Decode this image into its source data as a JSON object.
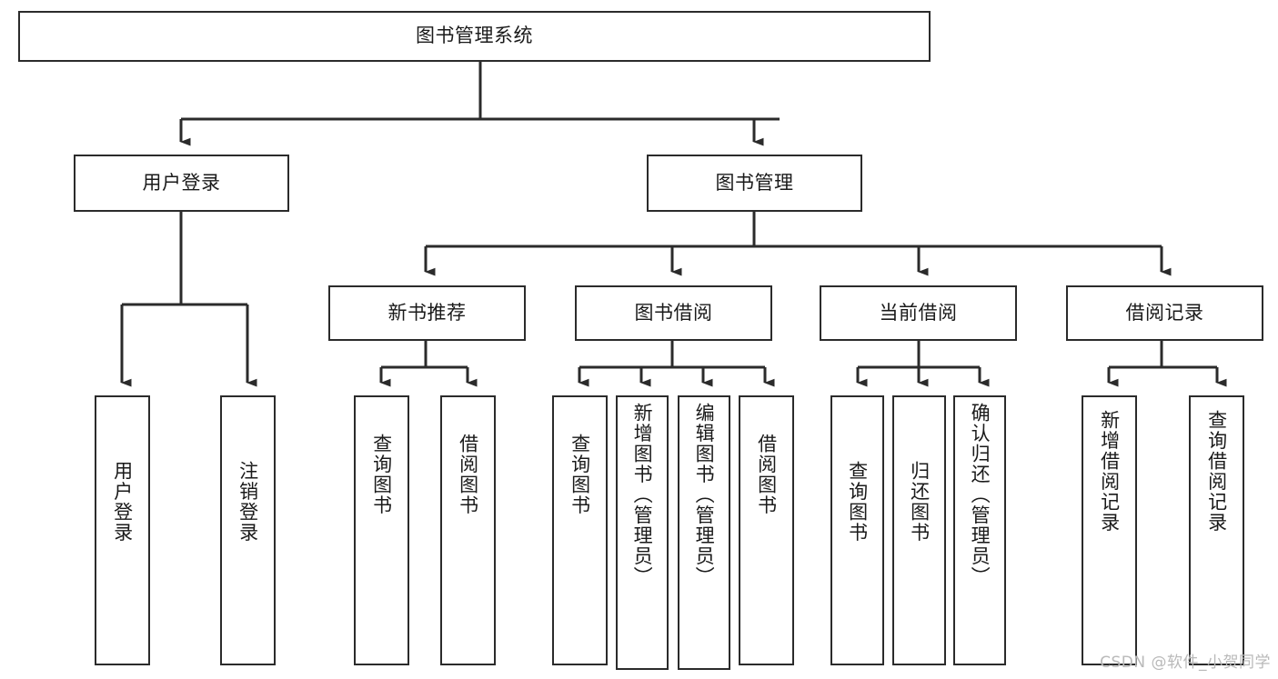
{
  "diagram": {
    "title": "图书管理系统",
    "type": "tree-hierarchy-diagram",
    "root": {
      "id": "root",
      "label": "图书管理系统",
      "orientation": "horizontal"
    },
    "level1": [
      {
        "id": "user-login",
        "label": "用户登录",
        "orientation": "horizontal"
      },
      {
        "id": "book-management",
        "label": "图书管理",
        "orientation": "horizontal"
      }
    ],
    "level2": [
      {
        "id": "new-book-recommend",
        "label": "新书推荐",
        "orientation": "horizontal",
        "parent": "book-management"
      },
      {
        "id": "book-borrow",
        "label": "图书借阅",
        "orientation": "horizontal",
        "parent": "book-management"
      },
      {
        "id": "current-borrow",
        "label": "当前借阅",
        "orientation": "horizontal",
        "parent": "book-management"
      },
      {
        "id": "borrow-record",
        "label": "借阅记录",
        "orientation": "horizontal",
        "parent": "book-management"
      }
    ],
    "leaves": [
      {
        "id": "leaf-user-login",
        "label": "用户登录",
        "parent": "user-login"
      },
      {
        "id": "leaf-logout-login",
        "label": "注销登录",
        "parent": "user-login"
      },
      {
        "id": "leaf-query-book-1",
        "label": "查询图书",
        "parent": "new-book-recommend"
      },
      {
        "id": "leaf-borrow-book-1",
        "label": "借阅图书",
        "parent": "new-book-recommend"
      },
      {
        "id": "leaf-query-book-2",
        "label": "查询图书",
        "parent": "book-borrow"
      },
      {
        "id": "leaf-add-book",
        "label": "新增图书（管理员）",
        "parent": "book-borrow"
      },
      {
        "id": "leaf-edit-book",
        "label": "编辑图书（管理员）",
        "parent": "book-borrow"
      },
      {
        "id": "leaf-borrow-book-2",
        "label": "借阅图书",
        "parent": "book-borrow"
      },
      {
        "id": "leaf-query-book-3",
        "label": "查询图书",
        "parent": "current-borrow"
      },
      {
        "id": "leaf-return-book",
        "label": "归还图书",
        "parent": "current-borrow"
      },
      {
        "id": "leaf-confirm-return",
        "label": "确认归还（管理员）",
        "parent": "current-borrow"
      },
      {
        "id": "leaf-add-record",
        "label": "新增借阅记录",
        "parent": "borrow-record"
      },
      {
        "id": "leaf-query-record",
        "label": "查询借阅记录",
        "parent": "borrow-record"
      }
    ]
  },
  "watermark": {
    "text": "CSDN @软件_小贺同学"
  },
  "colors": {
    "stroke": "#2b2b2b",
    "background": "#ffffff",
    "text": "#1a1a1a",
    "watermark": "#b9b9b9"
  }
}
